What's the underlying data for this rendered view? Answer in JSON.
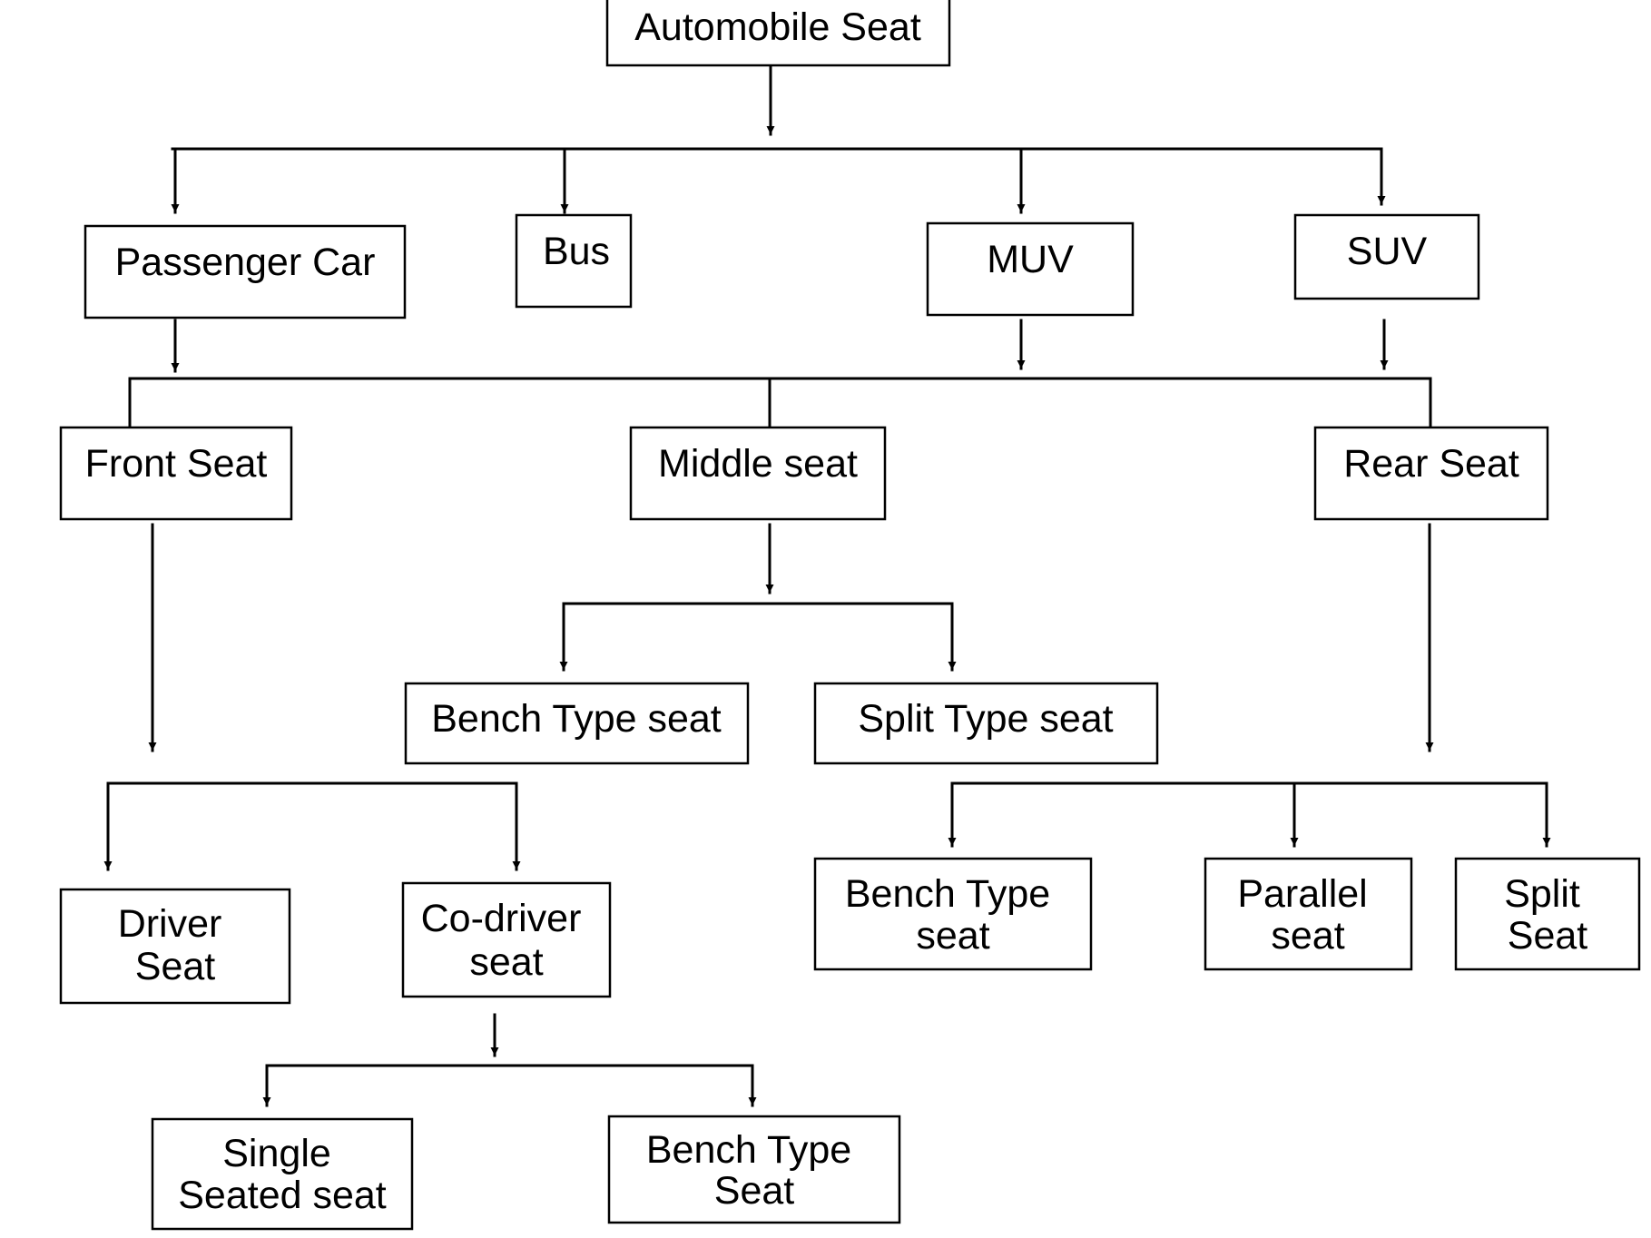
{
  "diagram": {
    "nodes": [
      {
        "id": "automobile-seat",
        "lines": [
          "Automobile Seat"
        ]
      },
      {
        "id": "passenger-car",
        "lines": [
          "Passenger Car"
        ]
      },
      {
        "id": "bus",
        "lines": [
          "Bus"
        ]
      },
      {
        "id": "muv",
        "lines": [
          "MUV"
        ]
      },
      {
        "id": "suv",
        "lines": [
          "SUV"
        ]
      },
      {
        "id": "front-seat",
        "lines": [
          "Front Seat"
        ]
      },
      {
        "id": "middle-seat",
        "lines": [
          "Middle seat"
        ]
      },
      {
        "id": "rear-seat",
        "lines": [
          "Rear Seat"
        ]
      },
      {
        "id": "middle-bench-type-seat",
        "lines": [
          "Bench Type seat"
        ]
      },
      {
        "id": "middle-split-type-seat",
        "lines": [
          "Split Type seat"
        ]
      },
      {
        "id": "driver-seat",
        "lines": [
          "Driver",
          "Seat"
        ]
      },
      {
        "id": "co-driver-seat",
        "lines": [
          "Co-driver",
          "seat"
        ]
      },
      {
        "id": "rear-bench-type-seat",
        "lines": [
          "Bench Type",
          "seat"
        ]
      },
      {
        "id": "rear-parallel-seat",
        "lines": [
          "Parallel",
          "seat"
        ]
      },
      {
        "id": "rear-split-seat",
        "lines": [
          "Split",
          "Seat"
        ]
      },
      {
        "id": "single-seated-seat",
        "lines": [
          "Single",
          "Seated seat"
        ]
      },
      {
        "id": "co-driver-bench-type-seat",
        "lines": [
          "Bench Type",
          "Seat"
        ]
      }
    ],
    "edges": [
      {
        "from": "automobile-seat",
        "to": "passenger-car"
      },
      {
        "from": "automobile-seat",
        "to": "bus"
      },
      {
        "from": "automobile-seat",
        "to": "muv"
      },
      {
        "from": "automobile-seat",
        "to": "suv"
      },
      {
        "from": "passenger-car",
        "to": "front-seat"
      },
      {
        "from": "passenger-car",
        "to": "middle-seat"
      },
      {
        "from": "passenger-car",
        "to": "rear-seat"
      },
      {
        "from": "muv",
        "to": "front-seat"
      },
      {
        "from": "muv",
        "to": "middle-seat"
      },
      {
        "from": "muv",
        "to": "rear-seat"
      },
      {
        "from": "suv",
        "to": "front-seat"
      },
      {
        "from": "suv",
        "to": "middle-seat"
      },
      {
        "from": "suv",
        "to": "rear-seat"
      },
      {
        "from": "middle-seat",
        "to": "middle-bench-type-seat"
      },
      {
        "from": "middle-seat",
        "to": "middle-split-type-seat"
      },
      {
        "from": "front-seat",
        "to": "driver-seat"
      },
      {
        "from": "front-seat",
        "to": "co-driver-seat"
      },
      {
        "from": "rear-seat",
        "to": "rear-bench-type-seat"
      },
      {
        "from": "rear-seat",
        "to": "rear-parallel-seat"
      },
      {
        "from": "rear-seat",
        "to": "rear-split-seat"
      },
      {
        "from": "co-driver-seat",
        "to": "single-seated-seat"
      },
      {
        "from": "co-driver-seat",
        "to": "co-driver-bench-type-seat"
      }
    ]
  }
}
